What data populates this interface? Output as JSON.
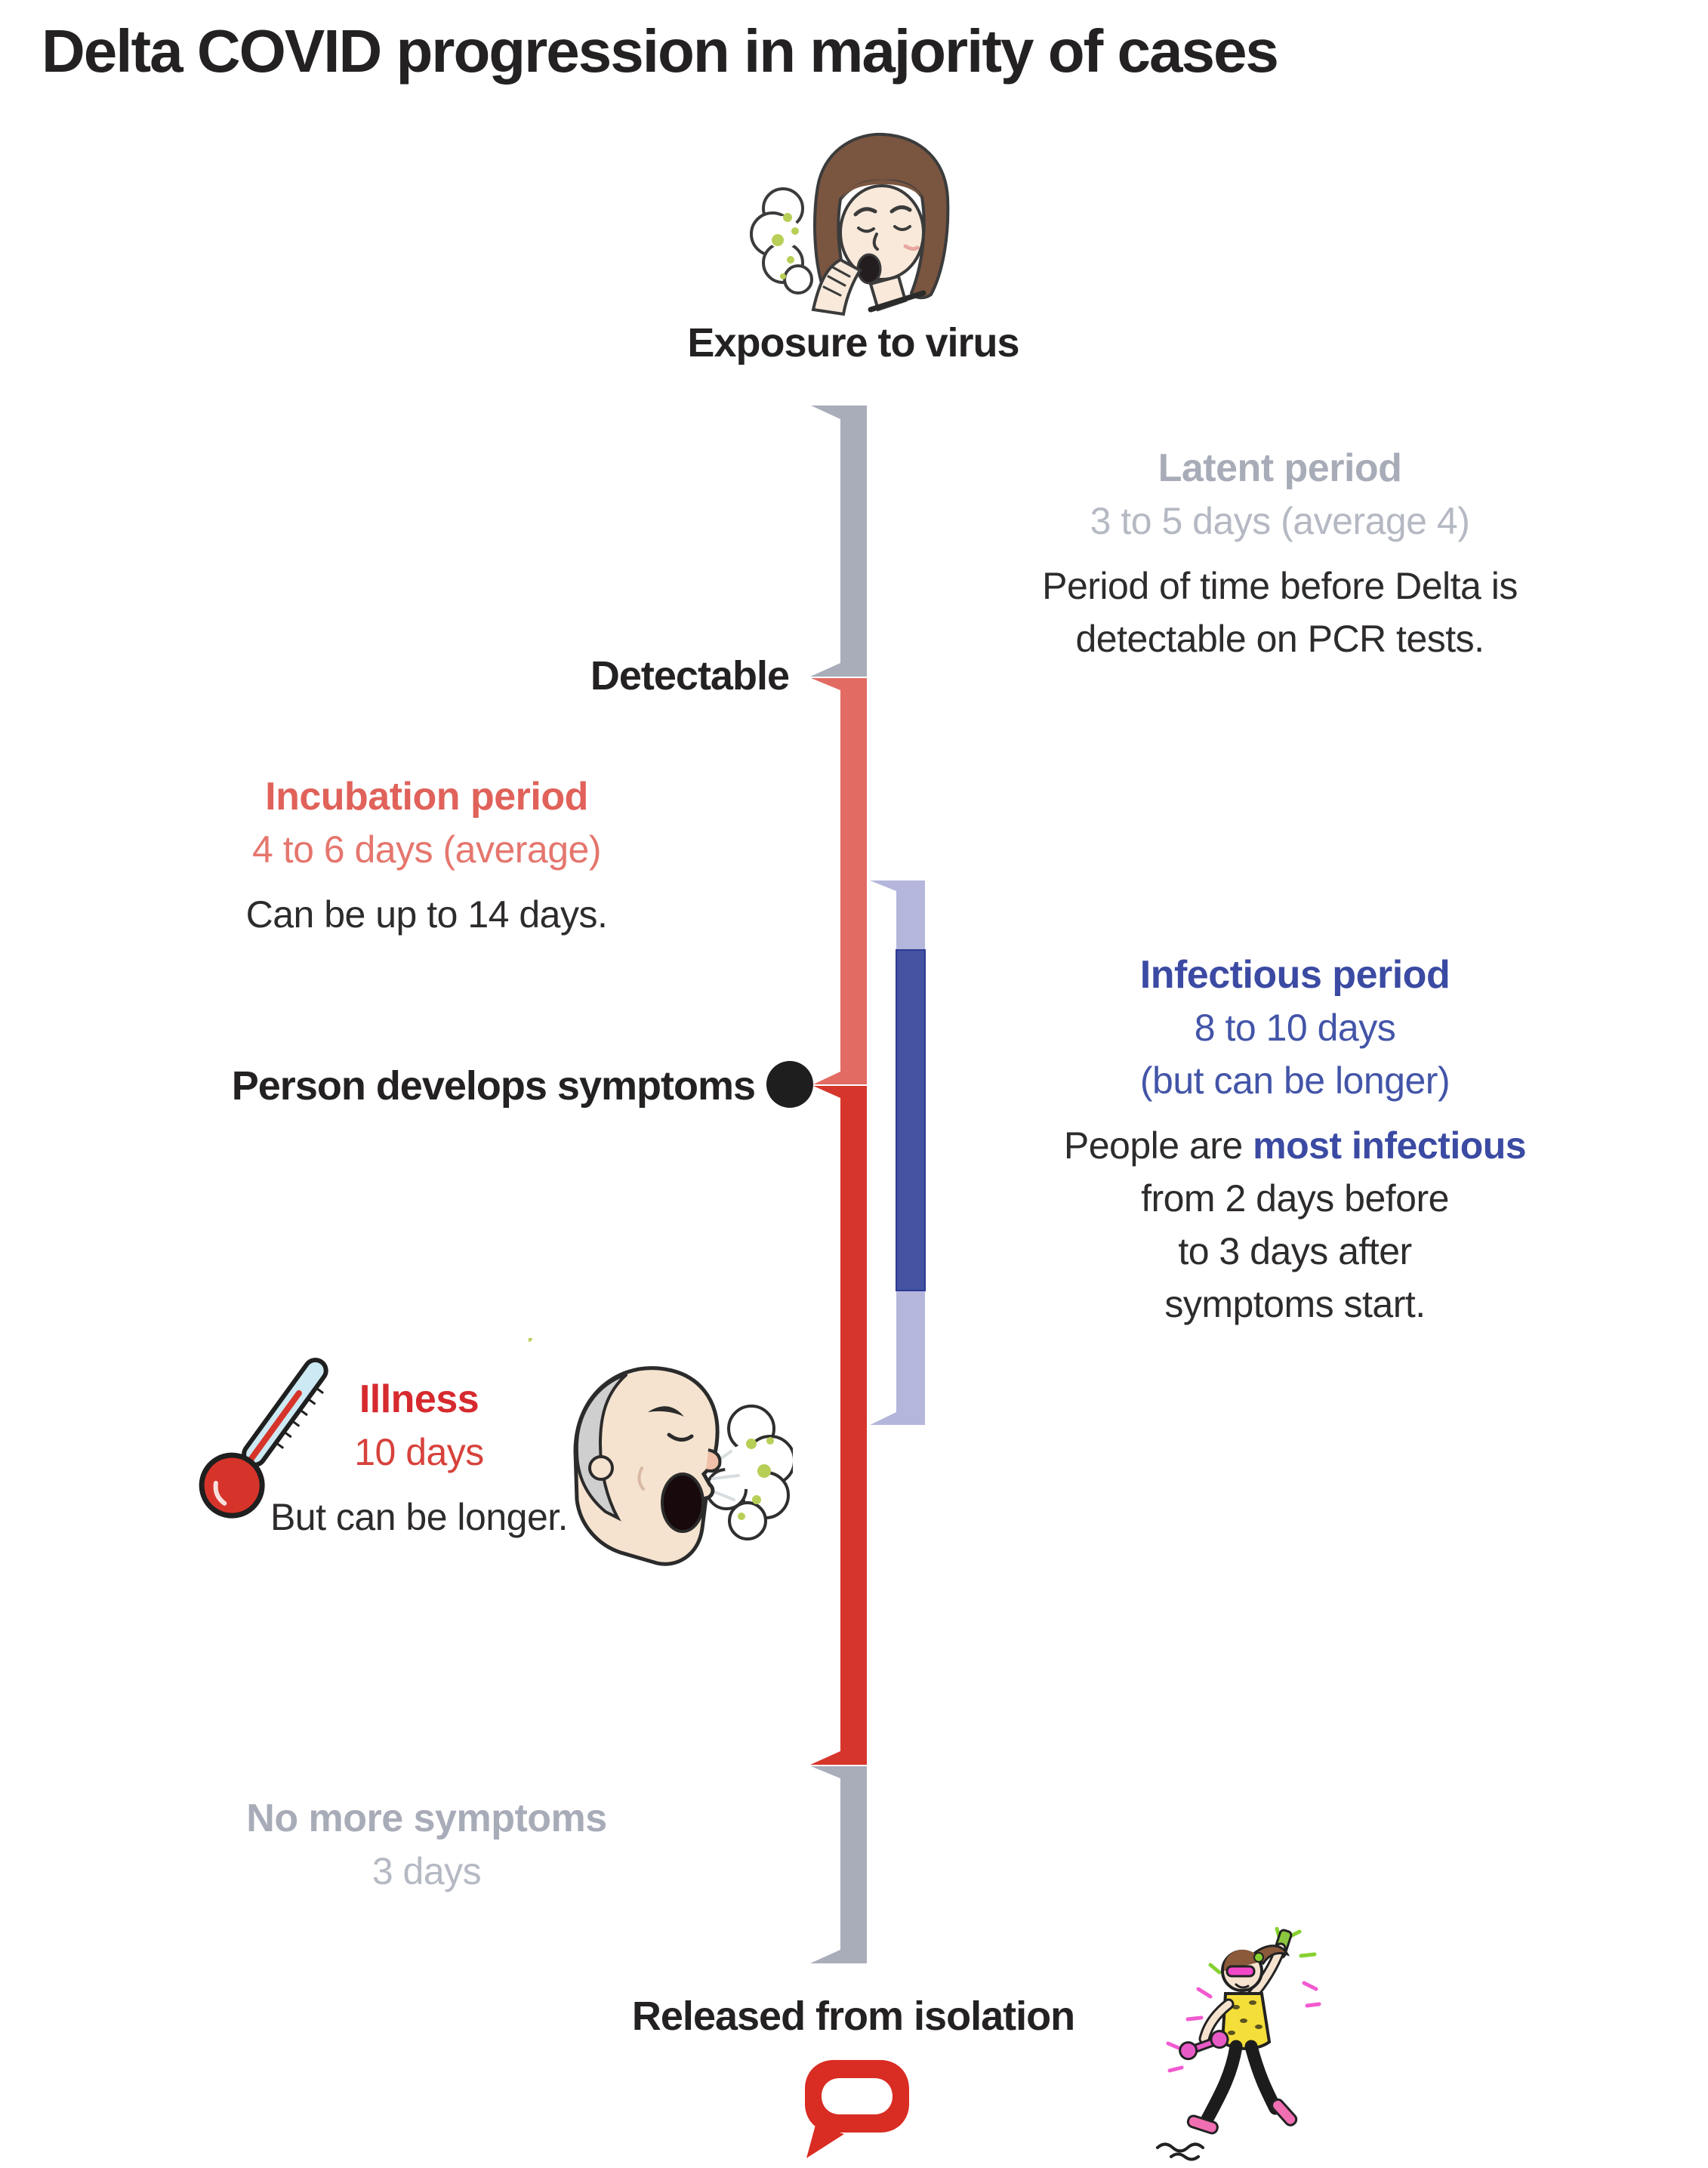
{
  "title": "Delta COVID progression in majority of cases",
  "milestones": {
    "exposure": "Exposure to virus",
    "detectable": "Detectable",
    "symptoms": "Person develops symptoms",
    "released": "Released from isolation"
  },
  "latent": {
    "title": "Latent period",
    "duration": "3 to 5 days (average 4)",
    "note1": "Period of time before Delta is",
    "note2": "detectable on PCR tests."
  },
  "incubation": {
    "title": "Incubation period",
    "duration": "4 to 6 days (average)",
    "note": "Can be up to 14 days."
  },
  "infectious": {
    "title": "Infectious period",
    "duration": "8 to 10 days",
    "duration2": "(but can be longer)",
    "note_prefix": "People are ",
    "note_bold": "most infectious",
    "note2": "from 2 days before",
    "note3": "to 3 days after",
    "note4": "symptoms start."
  },
  "illness": {
    "title": "Illness",
    "duration": "10 days",
    "note": "But can be longer."
  },
  "recovery": {
    "title": "No more symptoms",
    "duration": "3 days"
  },
  "icons": {
    "exposure": "coughing-woman-illustration",
    "illness_left": "thermometer-icon",
    "illness_right": "coughing-man-illustration",
    "released": "exercising-woman-illustration",
    "logo": "speech-bubble-logo",
    "symptom_marker": "black-dot-marker"
  },
  "colors": {
    "latent_bar": "#a9adb9",
    "incubation_bar": "#e26b63",
    "illness_bar": "#d6352b",
    "recovery_bar": "#a9adb9",
    "infectious_bar": "#4353a2",
    "infectious_bar_border": "#2d3a95",
    "infectious_bracket": "#b4b7db",
    "marker_dot": "#1e1e1e",
    "logo_red": "#d92c23",
    "text_dark": "#242122",
    "text_gray": "#a8acb8",
    "text_salmon": "#e0625a",
    "text_blue": "#3b4aa2",
    "text_red": "#d62a2e"
  }
}
